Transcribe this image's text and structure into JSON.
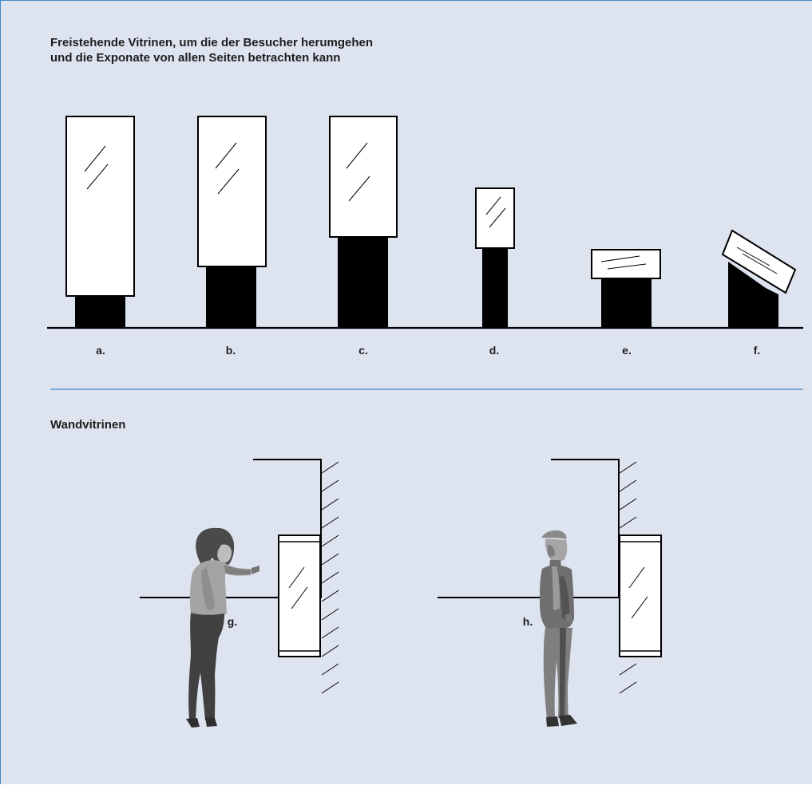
{
  "freestanding": {
    "title": "Freistehende Vitrinen, um die der Besucher herumgehen\nund die Exponate von allen Seiten betrachten kann",
    "labels": [
      "a.",
      "b.",
      "c.",
      "d.",
      "e.",
      "f."
    ]
  },
  "wall": {
    "title": "Wandvitrinen",
    "labels": [
      "g.",
      "h."
    ]
  },
  "colors": {
    "background": "#dde3ef",
    "divider": "#3f88c8",
    "ink": "#000000",
    "glass": "#ffffff"
  }
}
